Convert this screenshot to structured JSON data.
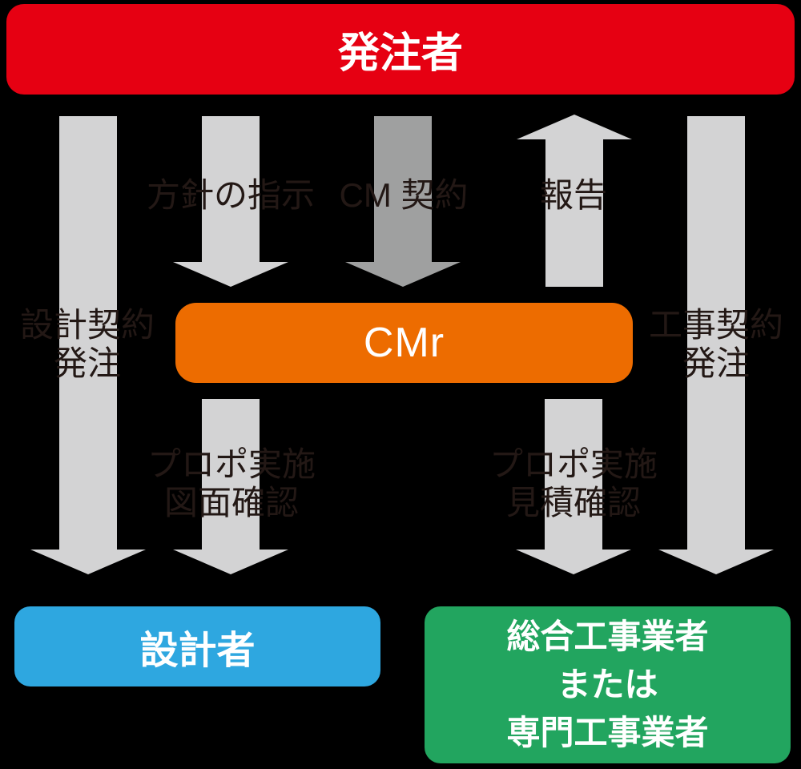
{
  "nodes": {
    "client": {
      "label": "発注者",
      "color": "#E60012"
    },
    "cmr": {
      "label": "CMr",
      "color": "#ED6C00"
    },
    "designer": {
      "label": "設計者",
      "color": "#2EA7E0"
    },
    "contractor": {
      "label": "総合工事業者\nまたは\n専門工事業者",
      "color": "#22A55F"
    }
  },
  "edge_labels": {
    "policy_instruction": "方針の指示",
    "cm_contract": "CM 契約",
    "report": "報告",
    "design_contract_order": "設計契約\n発注",
    "construction_contract_order": "工事契約\n発注",
    "proposal_drawing_check": "プロポ実施\n図面確認",
    "proposal_estimate_check": "プロポ実施\n見積確認"
  },
  "colors": {
    "background": "#000000",
    "client_red": "#E60012",
    "cmr_orange": "#ED6C00",
    "designer_blue": "#2EA7E0",
    "contractor_green": "#22A55F",
    "arrow_light_gray": "#D3D3D4",
    "arrow_dark_gray": "#9FA0A0",
    "label_text": "#231815",
    "box_text": "#FFFFFF"
  }
}
